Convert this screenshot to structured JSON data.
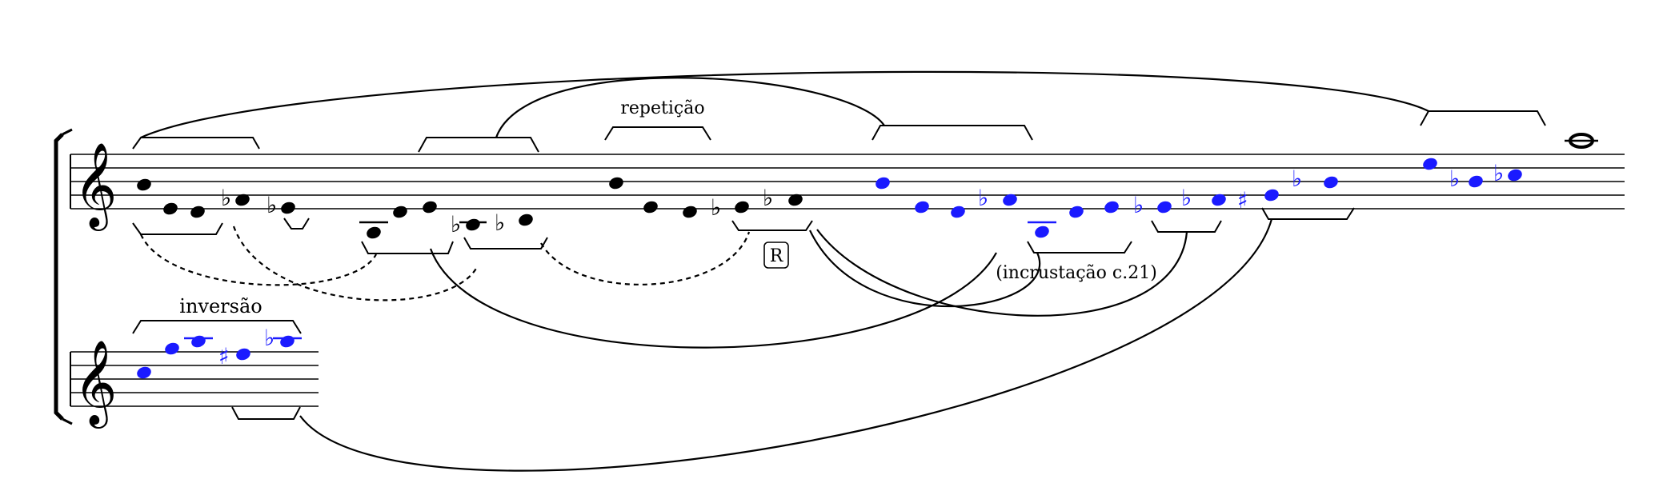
{
  "annotations": {
    "repetition": "repetição",
    "inversion": "inversão",
    "incrustation": "(incrustação c.21)",
    "rehearsal_mark": "R"
  },
  "colors": {
    "primary_notes": "#000000",
    "highlight_notes": "#1a1aff"
  },
  "icons": {
    "treble_clef": "treble-clef-icon",
    "sharp": "sharp-icon",
    "flat": "flat-icon",
    "system_brace": "system-bracket-icon"
  }
}
